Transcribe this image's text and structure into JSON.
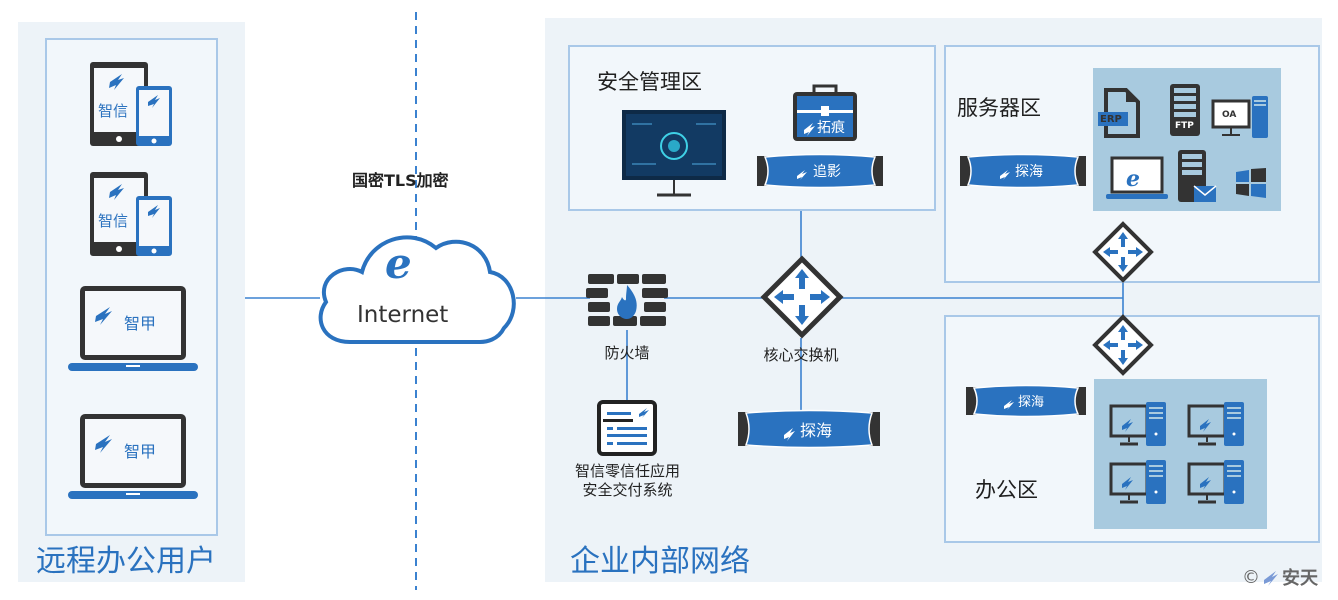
{
  "diagram": {
    "left_section": {
      "title": "远程办公用户",
      "devices": [
        {
          "type": "tablet-phone",
          "brand_text": "智信",
          "logo_text": "ANTIY"
        },
        {
          "type": "tablet-phone",
          "brand_text": "智信",
          "logo_text": "ANTIY"
        },
        {
          "type": "laptop",
          "brand_text": "智甲",
          "logo_text": "ANTIY"
        },
        {
          "type": "laptop",
          "brand_text": "智甲",
          "logo_text": "ANTIY"
        }
      ]
    },
    "internet": {
      "label": "Internet",
      "encryption_label": "国密TLS加密"
    },
    "right_section": {
      "title": "企业内部网络",
      "security_zone": {
        "title": "安全管理区",
        "devices": [
          {
            "type": "monitor-dashboard"
          },
          {
            "type": "toolbox",
            "brand_text": "拓痕"
          },
          {
            "type": "appliance",
            "brand_text": "追影"
          }
        ]
      },
      "server_zone": {
        "title": "服务器区",
        "appliance_text": "探海",
        "servers": [
          {
            "type": "erp-file",
            "text": "ERP"
          },
          {
            "type": "ftp-server",
            "text": "FTP"
          },
          {
            "type": "oa-desktop",
            "text": "OA"
          },
          {
            "type": "ie-laptop"
          },
          {
            "type": "mail-server"
          },
          {
            "type": "windows-logo"
          }
        ]
      },
      "office_zone": {
        "title": "办公区",
        "appliance_text": "探海",
        "workstations": 4
      },
      "firewall": {
        "label": "防火墙"
      },
      "core_switch": {
        "label": "核心交换机"
      },
      "core_appliance_text": "探海",
      "zero_trust": {
        "label_line1": "智信零信任应用",
        "label_line2": "安全交付系统"
      }
    },
    "watermark": {
      "symbol": "©",
      "text": "安天",
      "logo_text": "ANTIY"
    },
    "colors": {
      "brand_blue": "#2a72bf",
      "device_dark": "#333333",
      "panel_bg": "#edf3f8",
      "zone_border": "#a9c8e8",
      "cluster_bg": "#a8cadf",
      "wire": "#3b82d0"
    }
  }
}
